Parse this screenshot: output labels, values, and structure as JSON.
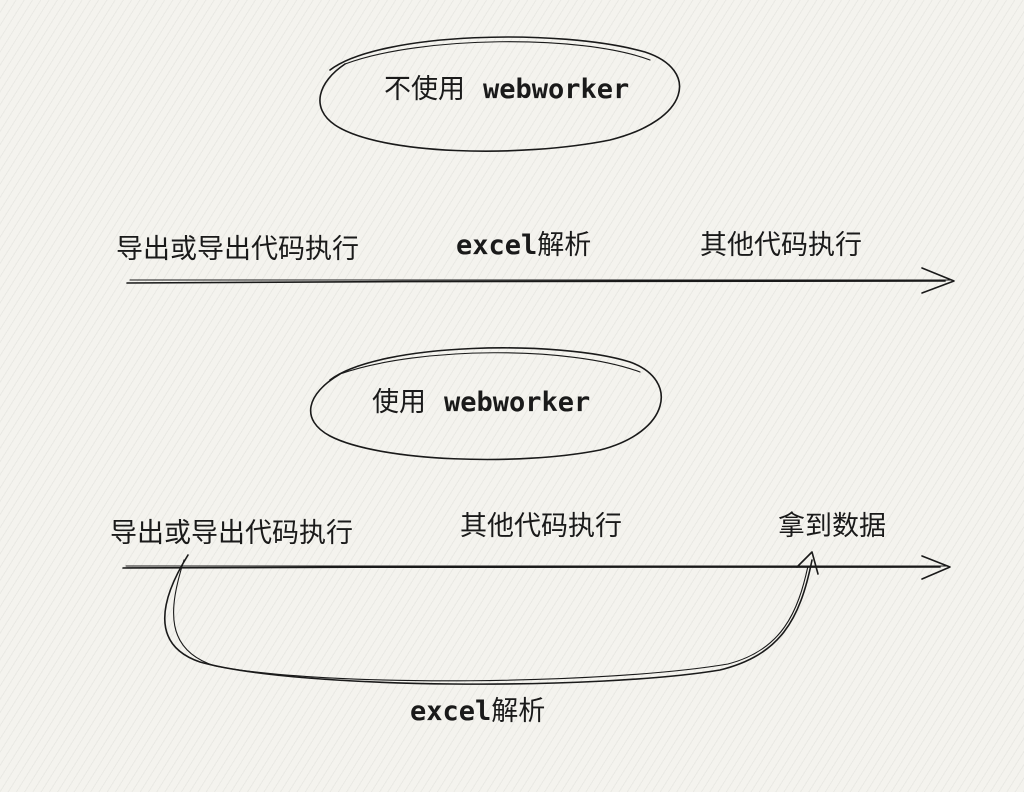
{
  "without_section": {
    "title_cn": "不使用",
    "title_code": "webworker",
    "step1": "导出或导出代码执行",
    "step2_code": "excel",
    "step2_cn": "解析",
    "step3": "其他代码执行"
  },
  "with_section": {
    "title_cn": "使用",
    "title_code": "webworker",
    "step1": "导出或导出代码执行",
    "step2": "其他代码执行",
    "step3": "拿到数据",
    "async_code": "excel",
    "async_cn": "解析"
  },
  "colors": {
    "ink": "#1a1a1a",
    "paper": "#f4f3ee"
  }
}
